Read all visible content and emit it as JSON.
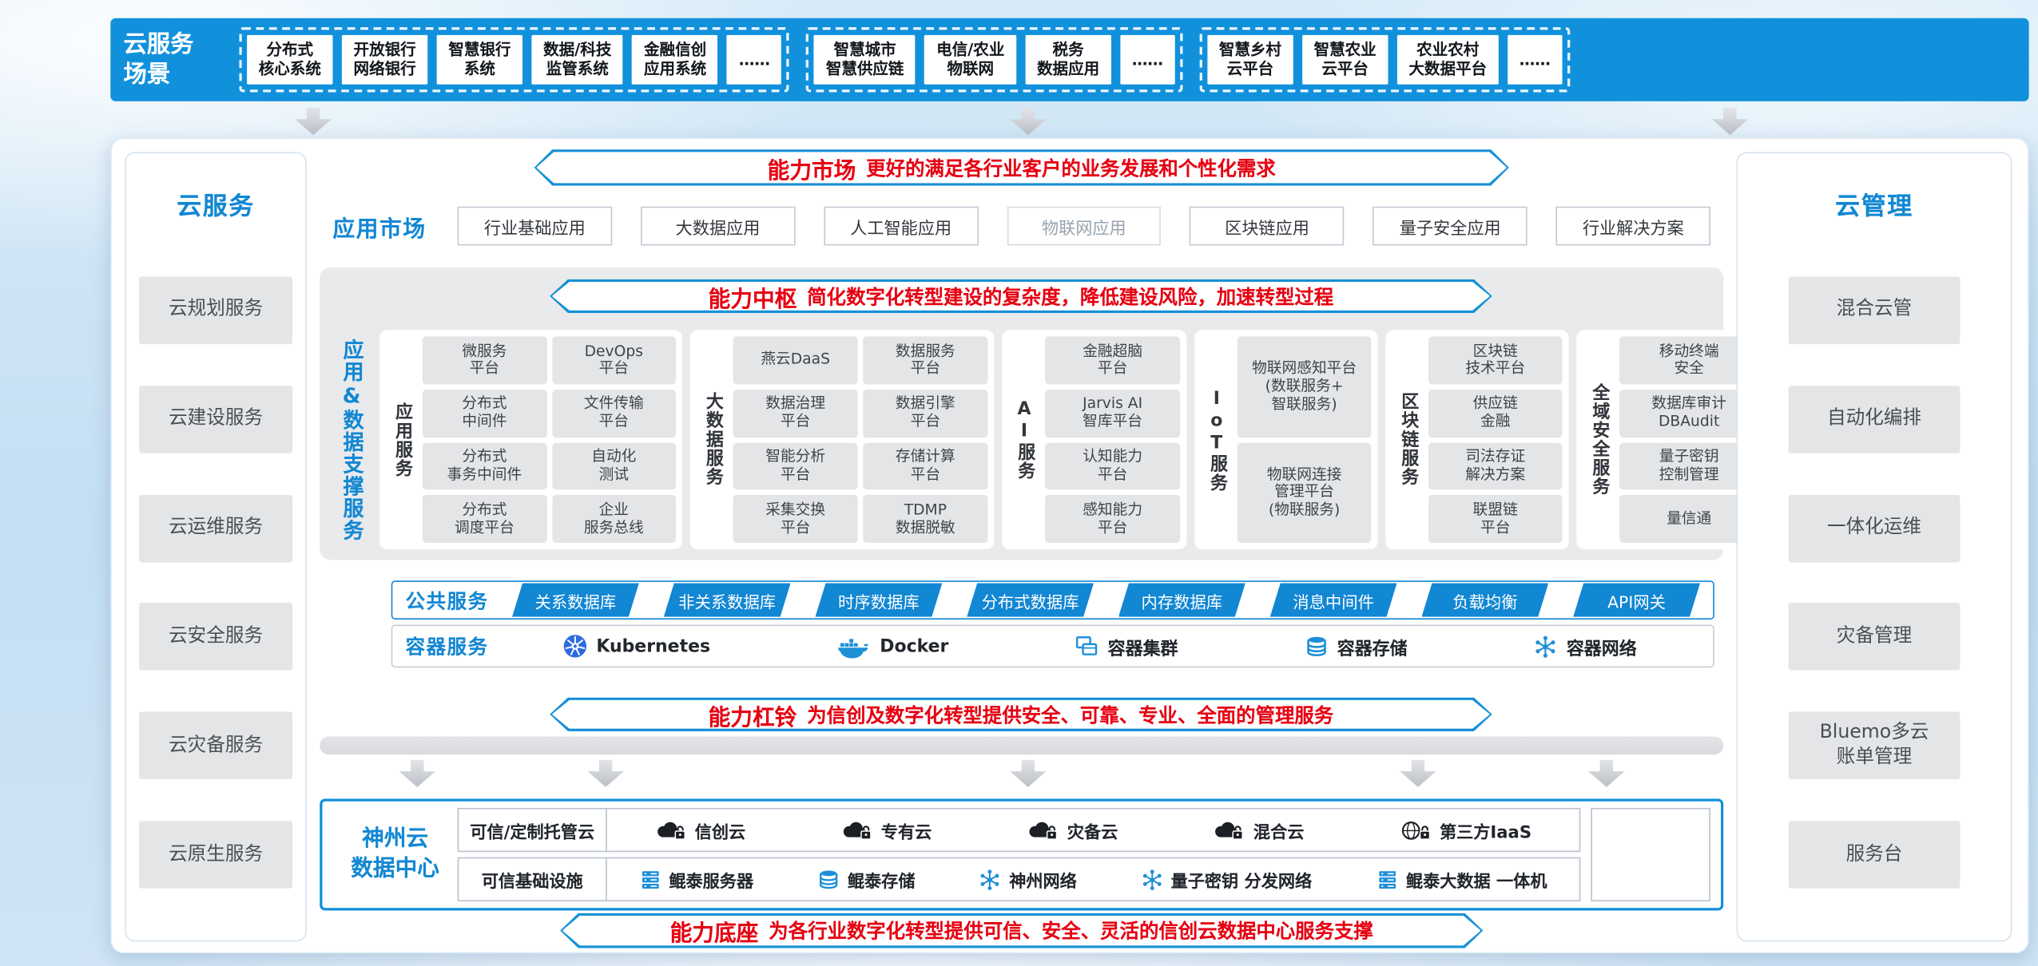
{
  "colors": {
    "brand_blue": "#1191dc",
    "accent_red": "#e60012",
    "panel_gray": "#e9eaec",
    "box_gray": "#e4e5e7",
    "pill_blue": "#1287d3"
  },
  "scenario": {
    "title": "云服务\n场景",
    "groups": [
      {
        "items": [
          "分布式\n核心系统",
          "开放银行\n网络银行",
          "智慧银行\n系统",
          "数据/科技\n监管系统",
          "金融信创\n应用系统",
          "……"
        ]
      },
      {
        "items": [
          "智慧城市\n智慧供应链",
          "电信/农业\n物联网",
          "税务\n数据应用",
          "……"
        ]
      },
      {
        "items": [
          "智慧乡村\n云平台",
          "智慧农业\n云平台",
          "农业农村\n大数据平台",
          "……"
        ]
      }
    ]
  },
  "left_col": {
    "title": "云服务",
    "items": [
      "云规划服务",
      "云建设服务",
      "云运维服务",
      "云安全服务",
      "云灾备服务",
      "云原生服务"
    ]
  },
  "right_col": {
    "title": "云管理",
    "items": [
      "混合云管",
      "自动化编排",
      "一体化运维",
      "灾备管理",
      "Bluemo多云\n账单管理",
      "服务台"
    ]
  },
  "banners": {
    "market": {
      "title": "能力市场",
      "desc": "更好的满足各行业客户的业务发展和个性化需求"
    },
    "hub": {
      "title": "能力中枢",
      "desc": "简化数字化转型建设的复杂度，降低建设风险，加速转型过程"
    },
    "barbell": {
      "title": "能力杠铃",
      "desc": "为信创及数字化转型提供安全、可靠、专业、全面的管理服务"
    },
    "base": {
      "title": "能力底座",
      "desc": "为各行业数字化转型提供可信、安全、灵活的信创云数据中心服务支撑"
    }
  },
  "app_market": {
    "label": "应用市场",
    "items": [
      "行业基础应用",
      "大数据应用",
      "人工智能应用",
      "物联网应用",
      "区块链应用",
      "量子安全应用",
      "行业解决方案"
    ]
  },
  "support": {
    "side_label": "应用&数据支撑服务",
    "panels": [
      {
        "label": "应用服务",
        "cells": [
          "微服务\n平台",
          "DevOps\n平台",
          "分布式\n中间件",
          "文件传输\n平台",
          "分布式\n事务中间件",
          "自动化\n测试",
          "分布式\n调度平台",
          "企业\n服务总线"
        ]
      },
      {
        "label": "大数据服务",
        "cells": [
          "燕云DaaS",
          "数据服务\n平台",
          "数据治理\n平台",
          "数据引擎\n平台",
          "智能分析\n平台",
          "存储计算\n平台",
          "采集交换\n平台",
          "TDMP\n数据脱敏"
        ]
      },
      {
        "label": "AI服务",
        "cells": [
          "金融超脑\n平台",
          "Jarvis AI\n智库平台",
          "认知能力\n平台",
          "感知能力\n平台"
        ]
      },
      {
        "label": "IoT服务",
        "cells": [
          "物联网感知平台\n(数联服务+\n智联服务)",
          "物联网连接\n管理平台\n(物联服务)"
        ]
      },
      {
        "label": "区块链服务",
        "cells": [
          "区块链\n技术平台",
          "供应链\n金融",
          "司法存证\n解决方案",
          "联盟链\n平台"
        ]
      },
      {
        "label": "全域安全服务",
        "cells": [
          "移动终端\n安全",
          "数据库审计\nDBAudit",
          "量子密钥\n控制管理",
          "量信通"
        ]
      }
    ]
  },
  "public_services": {
    "label": "公共服务",
    "items": [
      "关系数据库",
      "非关系数据库",
      "时序数据库",
      "分布式数据库",
      "内存数据库",
      "消息中间件",
      "负载均衡",
      "API网关"
    ]
  },
  "container_services": {
    "label": "容器服务",
    "items": [
      {
        "icon": "kubernetes-icon",
        "label": "Kubernetes"
      },
      {
        "icon": "docker-icon",
        "label": "Docker"
      },
      {
        "icon": "container-cluster-icon",
        "label": "容器集群"
      },
      {
        "icon": "container-storage-icon",
        "label": "容器存储"
      },
      {
        "icon": "container-network-icon",
        "label": "容器网络"
      }
    ]
  },
  "datacenter": {
    "title": "神州云\n数据中心",
    "hosted_row": {
      "label": "可信/定制托管云",
      "items": [
        {
          "icon": "cloud-lock-icon",
          "label": "信创云"
        },
        {
          "icon": "cloud-lock-icon",
          "label": "专有云"
        },
        {
          "icon": "cloud-lock-icon",
          "label": "灾备云"
        },
        {
          "icon": "cloud-lock-icon",
          "label": "混合云"
        },
        {
          "icon": "globe-lock-icon",
          "label": "第三方IaaS"
        }
      ]
    },
    "infra_row": {
      "label": "可信基础设施",
      "items": [
        {
          "icon": "server-icon",
          "label": "鲲泰服务器"
        },
        {
          "icon": "storage-icon",
          "label": "鲲泰存储"
        },
        {
          "icon": "network-icon",
          "label": "神州网络"
        },
        {
          "icon": "network-icon",
          "label": "量子密钥 分发网络"
        },
        {
          "icon": "server-icon",
          "label": "鲲泰大数据 一体机"
        }
      ]
    }
  }
}
